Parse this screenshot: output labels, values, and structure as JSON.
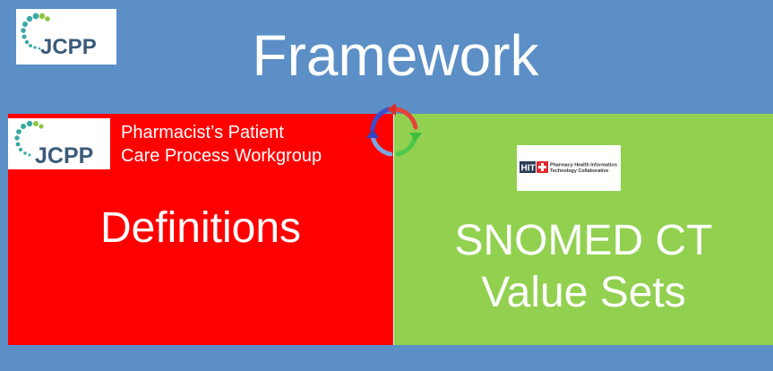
{
  "header": {
    "title": "Framework",
    "logo_text": "JCPP"
  },
  "left_panel": {
    "logo_text": "JCPP",
    "workgroup_line1": "Pharmacist’s Patient",
    "workgroup_line2": "Care Process Workgroup",
    "heading": "Definitions",
    "color": "#ff0000"
  },
  "right_panel": {
    "logo_mark": "HIT",
    "logo_line1": "Pharmacy Health Information",
    "logo_line2": "Technology Collaborative",
    "heading_line1": "SNOMED CT",
    "heading_line2": "Value Sets",
    "color": "#92d050"
  },
  "colors": {
    "background": "#5b8fc6",
    "jcpp_teal": "#3aa8a4",
    "jcpp_navy": "#3a5a78"
  },
  "icons": [
    "jcpp-logo-icon",
    "cycle-arrows-icon",
    "phit-logo-icon"
  ]
}
